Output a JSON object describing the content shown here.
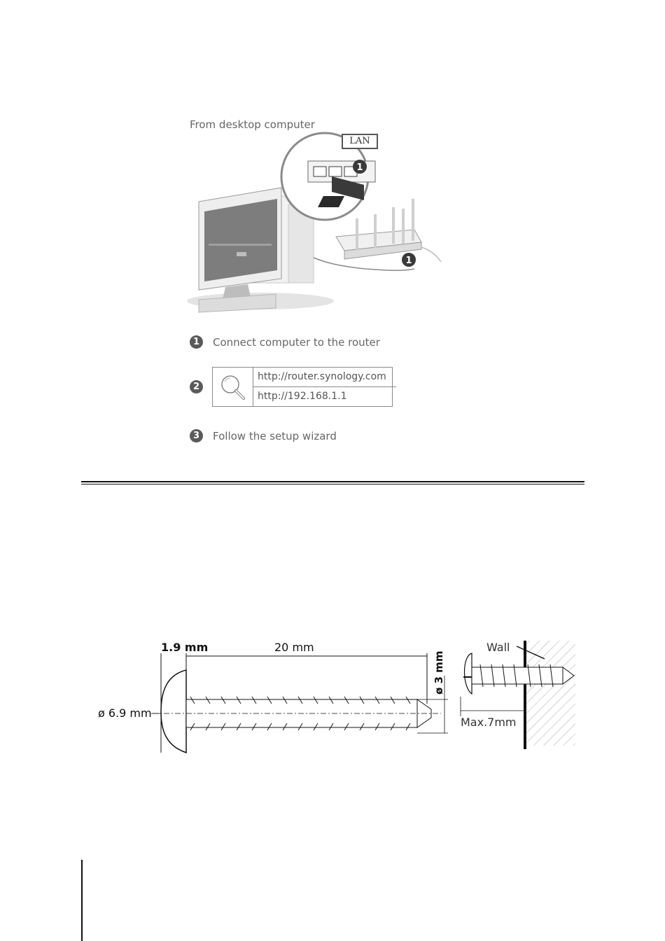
{
  "setup": {
    "caption": "From desktop computer",
    "lan_label": "LAN",
    "steps": [
      {
        "number": "1",
        "text": "Connect computer to the router"
      },
      {
        "number": "2"
      },
      {
        "number": "3",
        "text": "Follow the setup wizard"
      }
    ],
    "urls": [
      "http://router.synology.com",
      "http://192.168.1.1"
    ]
  },
  "screw_diagram": {
    "head_thickness": "1.9 mm",
    "length": "20 mm",
    "shaft_diameter": "ø 3 mm",
    "head_diameter": "ø 6.9 mm",
    "wall_label": "Wall",
    "max_label": "Max.7mm"
  }
}
